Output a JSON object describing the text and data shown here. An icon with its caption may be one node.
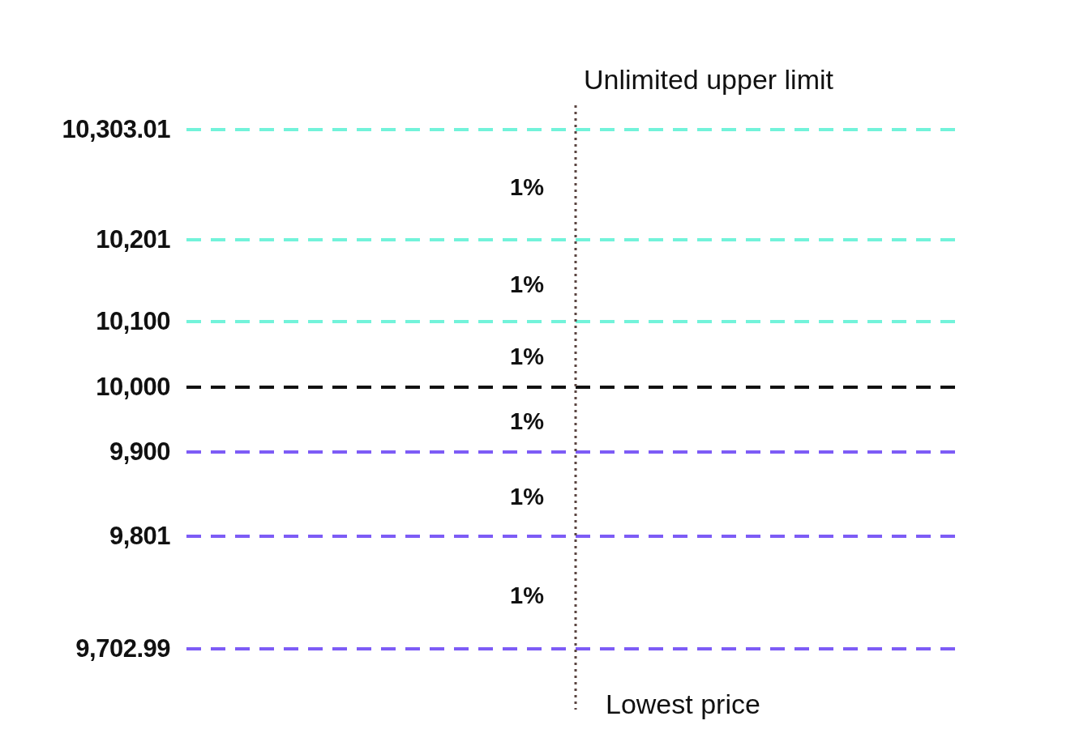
{
  "diagram": {
    "labels": [
      "Unlimited upper limit",
      "10,303.01",
      "1%",
      "10,201",
      "1%",
      "10,100",
      "1%",
      "10,000",
      "1%",
      "9,900",
      "1%",
      "9,801",
      "1%",
      "9,702.99",
      "Lowest price"
    ]
  }
}
